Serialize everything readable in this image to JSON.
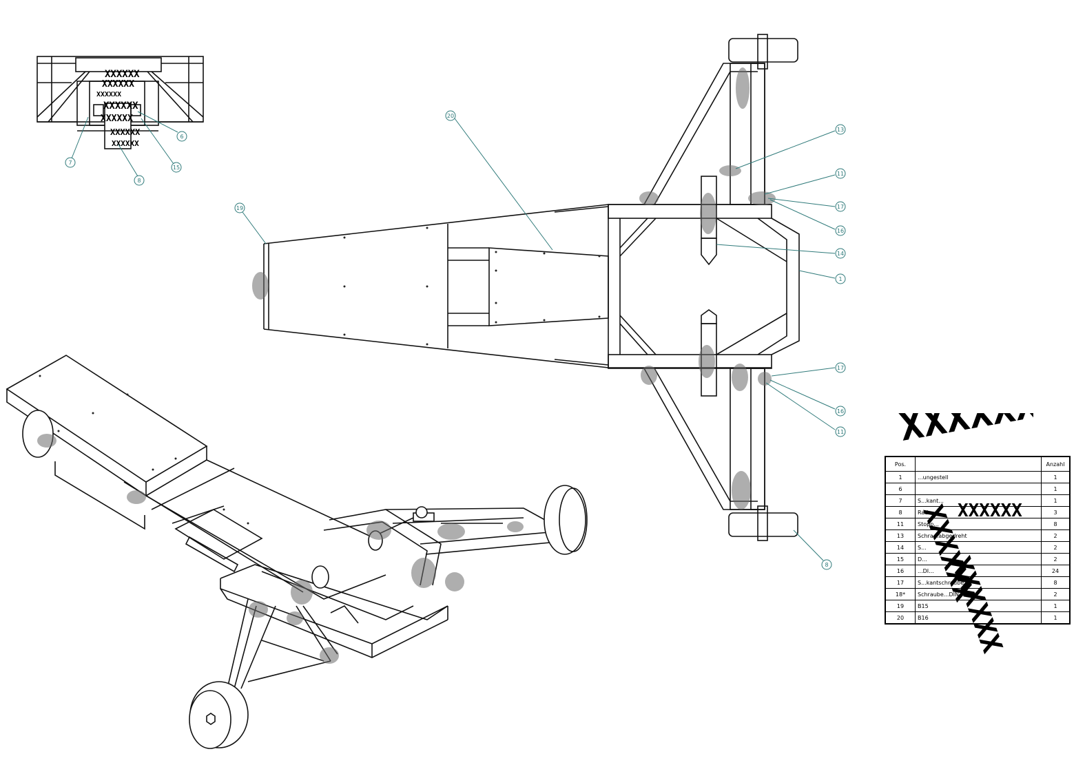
{
  "callouts": {
    "c6": "6",
    "c7": "7",
    "c8a": "8",
    "c15": "15",
    "c20": "20",
    "c19a": "19",
    "c13": "13",
    "c11a": "11",
    "c17a": "17",
    "c16a": "16",
    "c14": "14",
    "c1": "1",
    "c17b": "17",
    "c16b": "16",
    "c11b": "11",
    "c8b": "8"
  },
  "redaction_mark": "XXXXXX",
  "bom": {
    "headers": [
      "Pos.",
      "",
      "Anzahl"
    ],
    "rows": [
      {
        "pos": "1",
        "desc": "...ungestell",
        "qty": "1"
      },
      {
        "pos": "6",
        "desc": "",
        "qty": "1"
      },
      {
        "pos": "7",
        "desc": "S...kant...",
        "qty": "1"
      },
      {
        "pos": "8",
        "desc": "Rad",
        "qty": "3"
      },
      {
        "pos": "11",
        "desc": "Stopp...",
        "qty": "8"
      },
      {
        "pos": "13",
        "desc": "Schra...abgedreht",
        "qty": "2"
      },
      {
        "pos": "14",
        "desc": "S...",
        "qty": "2"
      },
      {
        "pos": "15",
        "desc": "D...",
        "qty": "2"
      },
      {
        "pos": "16",
        "desc": "...DI...",
        "qty": "24"
      },
      {
        "pos": "17",
        "desc": "S...kantschraube",
        "qty": "8"
      },
      {
        "pos": "18*",
        "desc": "Schraube...DIN",
        "qty": "2"
      },
      {
        "pos": "19",
        "desc": "B15",
        "qty": "1"
      },
      {
        "pos": "20",
        "desc": "B16",
        "qty": "1"
      }
    ]
  }
}
